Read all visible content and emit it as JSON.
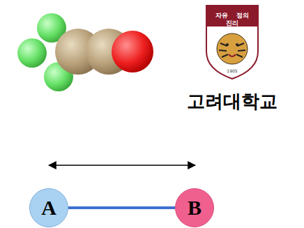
{
  "diagram": {
    "nodes": [
      {
        "text": [
          "A"
        ]
      },
      {
        "text": [
          "B"
        ]
      }
    ],
    "edges": [
      {
        "from": 0,
        "to": 1,
        "arrow": "none"
      }
    ],
    "labels": [
      "자유",
      "정의",
      "진리",
      "1905",
      "고려대학교"
    ]
  }
}
